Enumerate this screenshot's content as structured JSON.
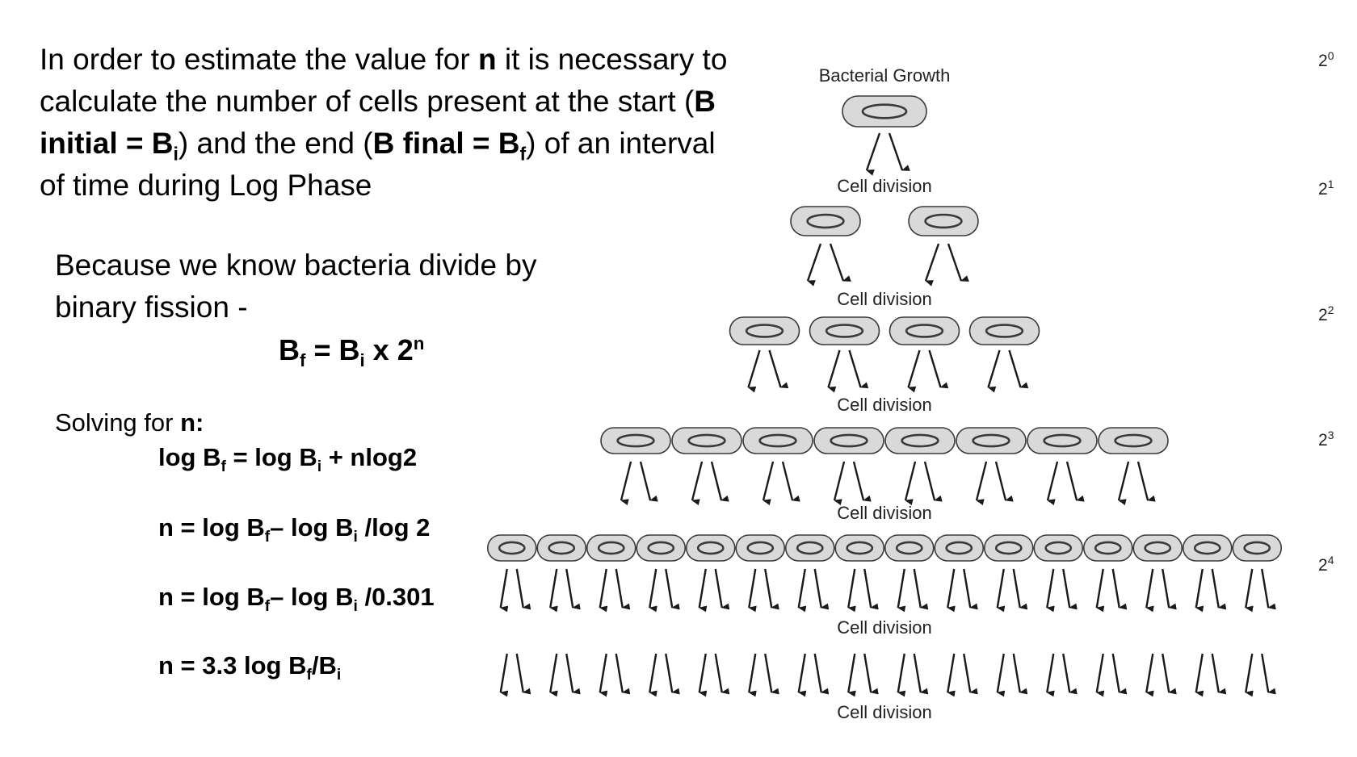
{
  "intro": {
    "p1": "In order to estimate the value for ",
    "n": "n",
    "p2": " it is necessary to calculate the number of cells present at the start (",
    "b_initial": "B initial = B",
    "i": "i",
    "p3": ") and the end (",
    "b_final": "B final = B",
    "f": "f",
    "p4": ") of an interval of time during Log Phase"
  },
  "because": {
    "line": "Because we know bacteria divide by binary fission -"
  },
  "main_formula": {
    "b": "B",
    "f": "f",
    "eq": " = B",
    "i": "i",
    "x2": " x 2",
    "n": "n"
  },
  "solving": {
    "label": "Solving for ",
    "n": "n:"
  },
  "equations": {
    "e1": {
      "a": "log B",
      "f": "f",
      "b": " = log B",
      "i": "i",
      "c": " + nlog2"
    },
    "e2": {
      "a": "n = log B",
      "f": "f",
      "b": "– log B",
      "i": "i",
      "c": " /log 2"
    },
    "e3": {
      "a": "n = log B",
      "f": "f",
      "b": "– log B",
      "i": "i",
      "c": " /0.301"
    },
    "e4": {
      "a": "n = 3.3 log B",
      "f": "f",
      "b": "/B",
      "i": "i"
    }
  },
  "diagram": {
    "title": "Bacterial Growth",
    "division_label": "Cell division",
    "generations": [
      {
        "base": "2",
        "exp": "0",
        "cells": 1
      },
      {
        "base": "2",
        "exp": "1",
        "cells": 2
      },
      {
        "base": "2",
        "exp": "2",
        "cells": 4
      },
      {
        "base": "2",
        "exp": "3",
        "cells": 8
      },
      {
        "base": "2",
        "exp": "4",
        "cells": 16
      }
    ],
    "final_arrow_pairs": 16,
    "colors": {
      "cell_fill": "#d9d9d9",
      "cell_stroke": "#3a3a3a",
      "arrow": "#1a1a1a",
      "text": "#222222"
    }
  }
}
